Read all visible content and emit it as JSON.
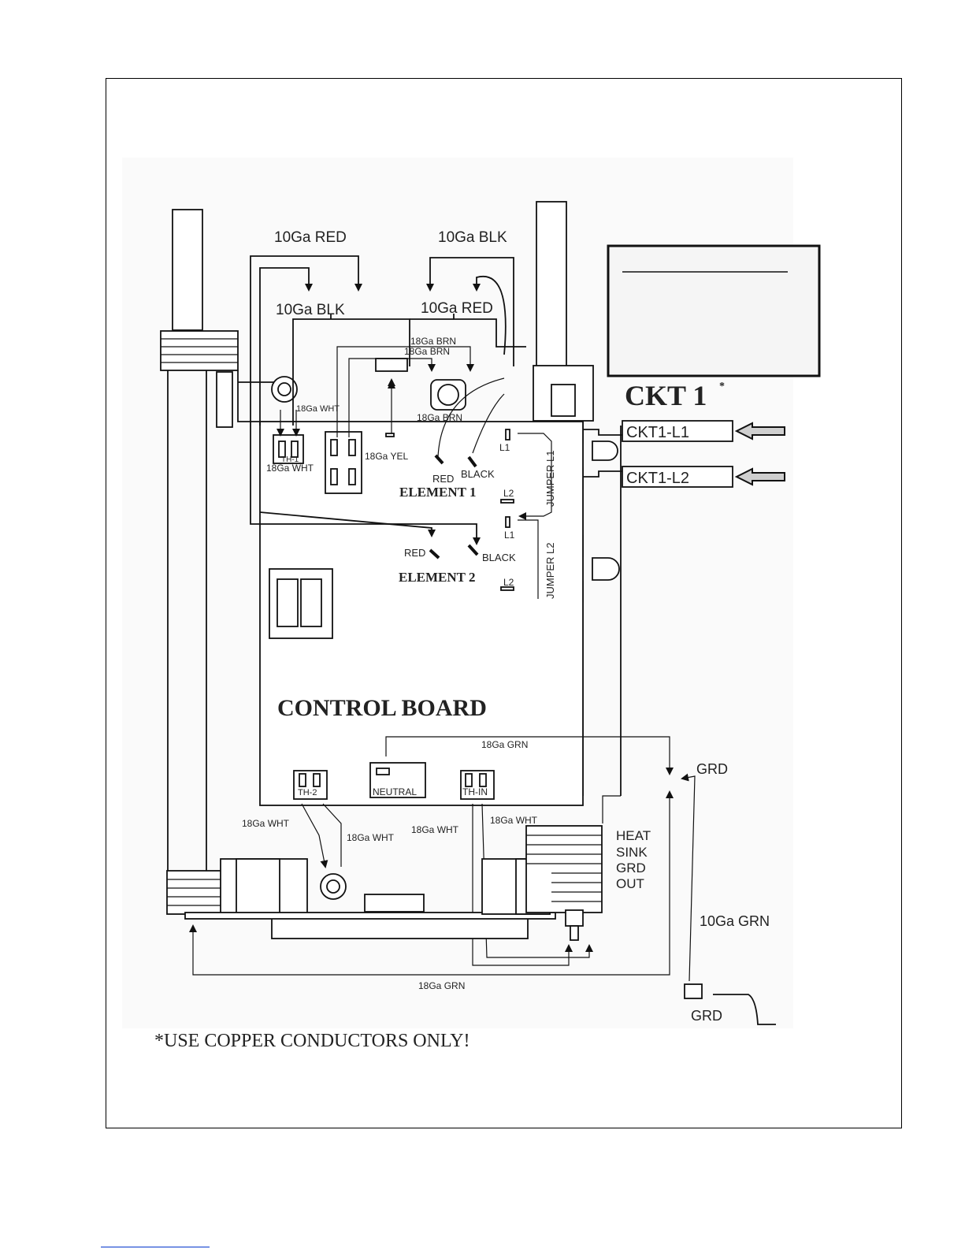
{
  "colors": {
    "line": "#111111",
    "arrow_fill": "#cfcfcf",
    "page": "#ffffff",
    "rule": "#0033cc"
  },
  "labels": {
    "red_10ga_top": "10Ga RED",
    "blk_10ga_top": "10Ga BLK",
    "blk_10ga_inner": "10Ga BLK",
    "red_10ga_inner": "10Ga RED",
    "brn_18ga_a": "18Ga BRN",
    "brn_18ga_b": "18Ga BRN",
    "brn_18ga_c": "18Ga BRN",
    "wht_18ga_a": "18Ga WHT",
    "wht_18ga_b": "18Ga WHT",
    "yel_18ga": "18Ga YEL",
    "th1": "TH-1",
    "red_e1": "RED",
    "black_e1": "BLACK",
    "element1": "ELEMENT 1",
    "l1_a": "L1",
    "l2_a": "L2",
    "l1_b": "L1",
    "l2_b": "L2",
    "jumper_l1": "JUMPER L1",
    "jumper_l2": "JUMPER L2",
    "red_e2": "RED",
    "black_e2": "BLACK",
    "element2": "ELEMENT 2",
    "ckt1": "CKT 1",
    "ckt1_asterisk": "*",
    "ckt1_l1": "CKT1-L1",
    "ckt1_l2": "CKT1-L2",
    "control_board": "CONTROL BOARD",
    "grn_18ga_top": "18Ga GRN",
    "grd_top": "GRD",
    "th2": "TH-2",
    "neutral": "NEUTRAL",
    "th_in": "TH-IN",
    "wht_18ga_c": "18Ga WHT",
    "wht_18ga_d": "18Ga WHT",
    "wht_18ga_e": "18Ga WHT",
    "wht_18ga_f": "18Ga WHT",
    "heat_sink_1": "HEAT",
    "heat_sink_2": "SINK",
    "heat_sink_3": "GRD",
    "heat_sink_4": "OUT",
    "grn_10ga": "10Ga GRN",
    "grn_18ga_bottom": "18Ga GRN",
    "grd_bottom": "GRD",
    "footnote": "*USE COPPER CONDUCTORS ONLY!"
  }
}
